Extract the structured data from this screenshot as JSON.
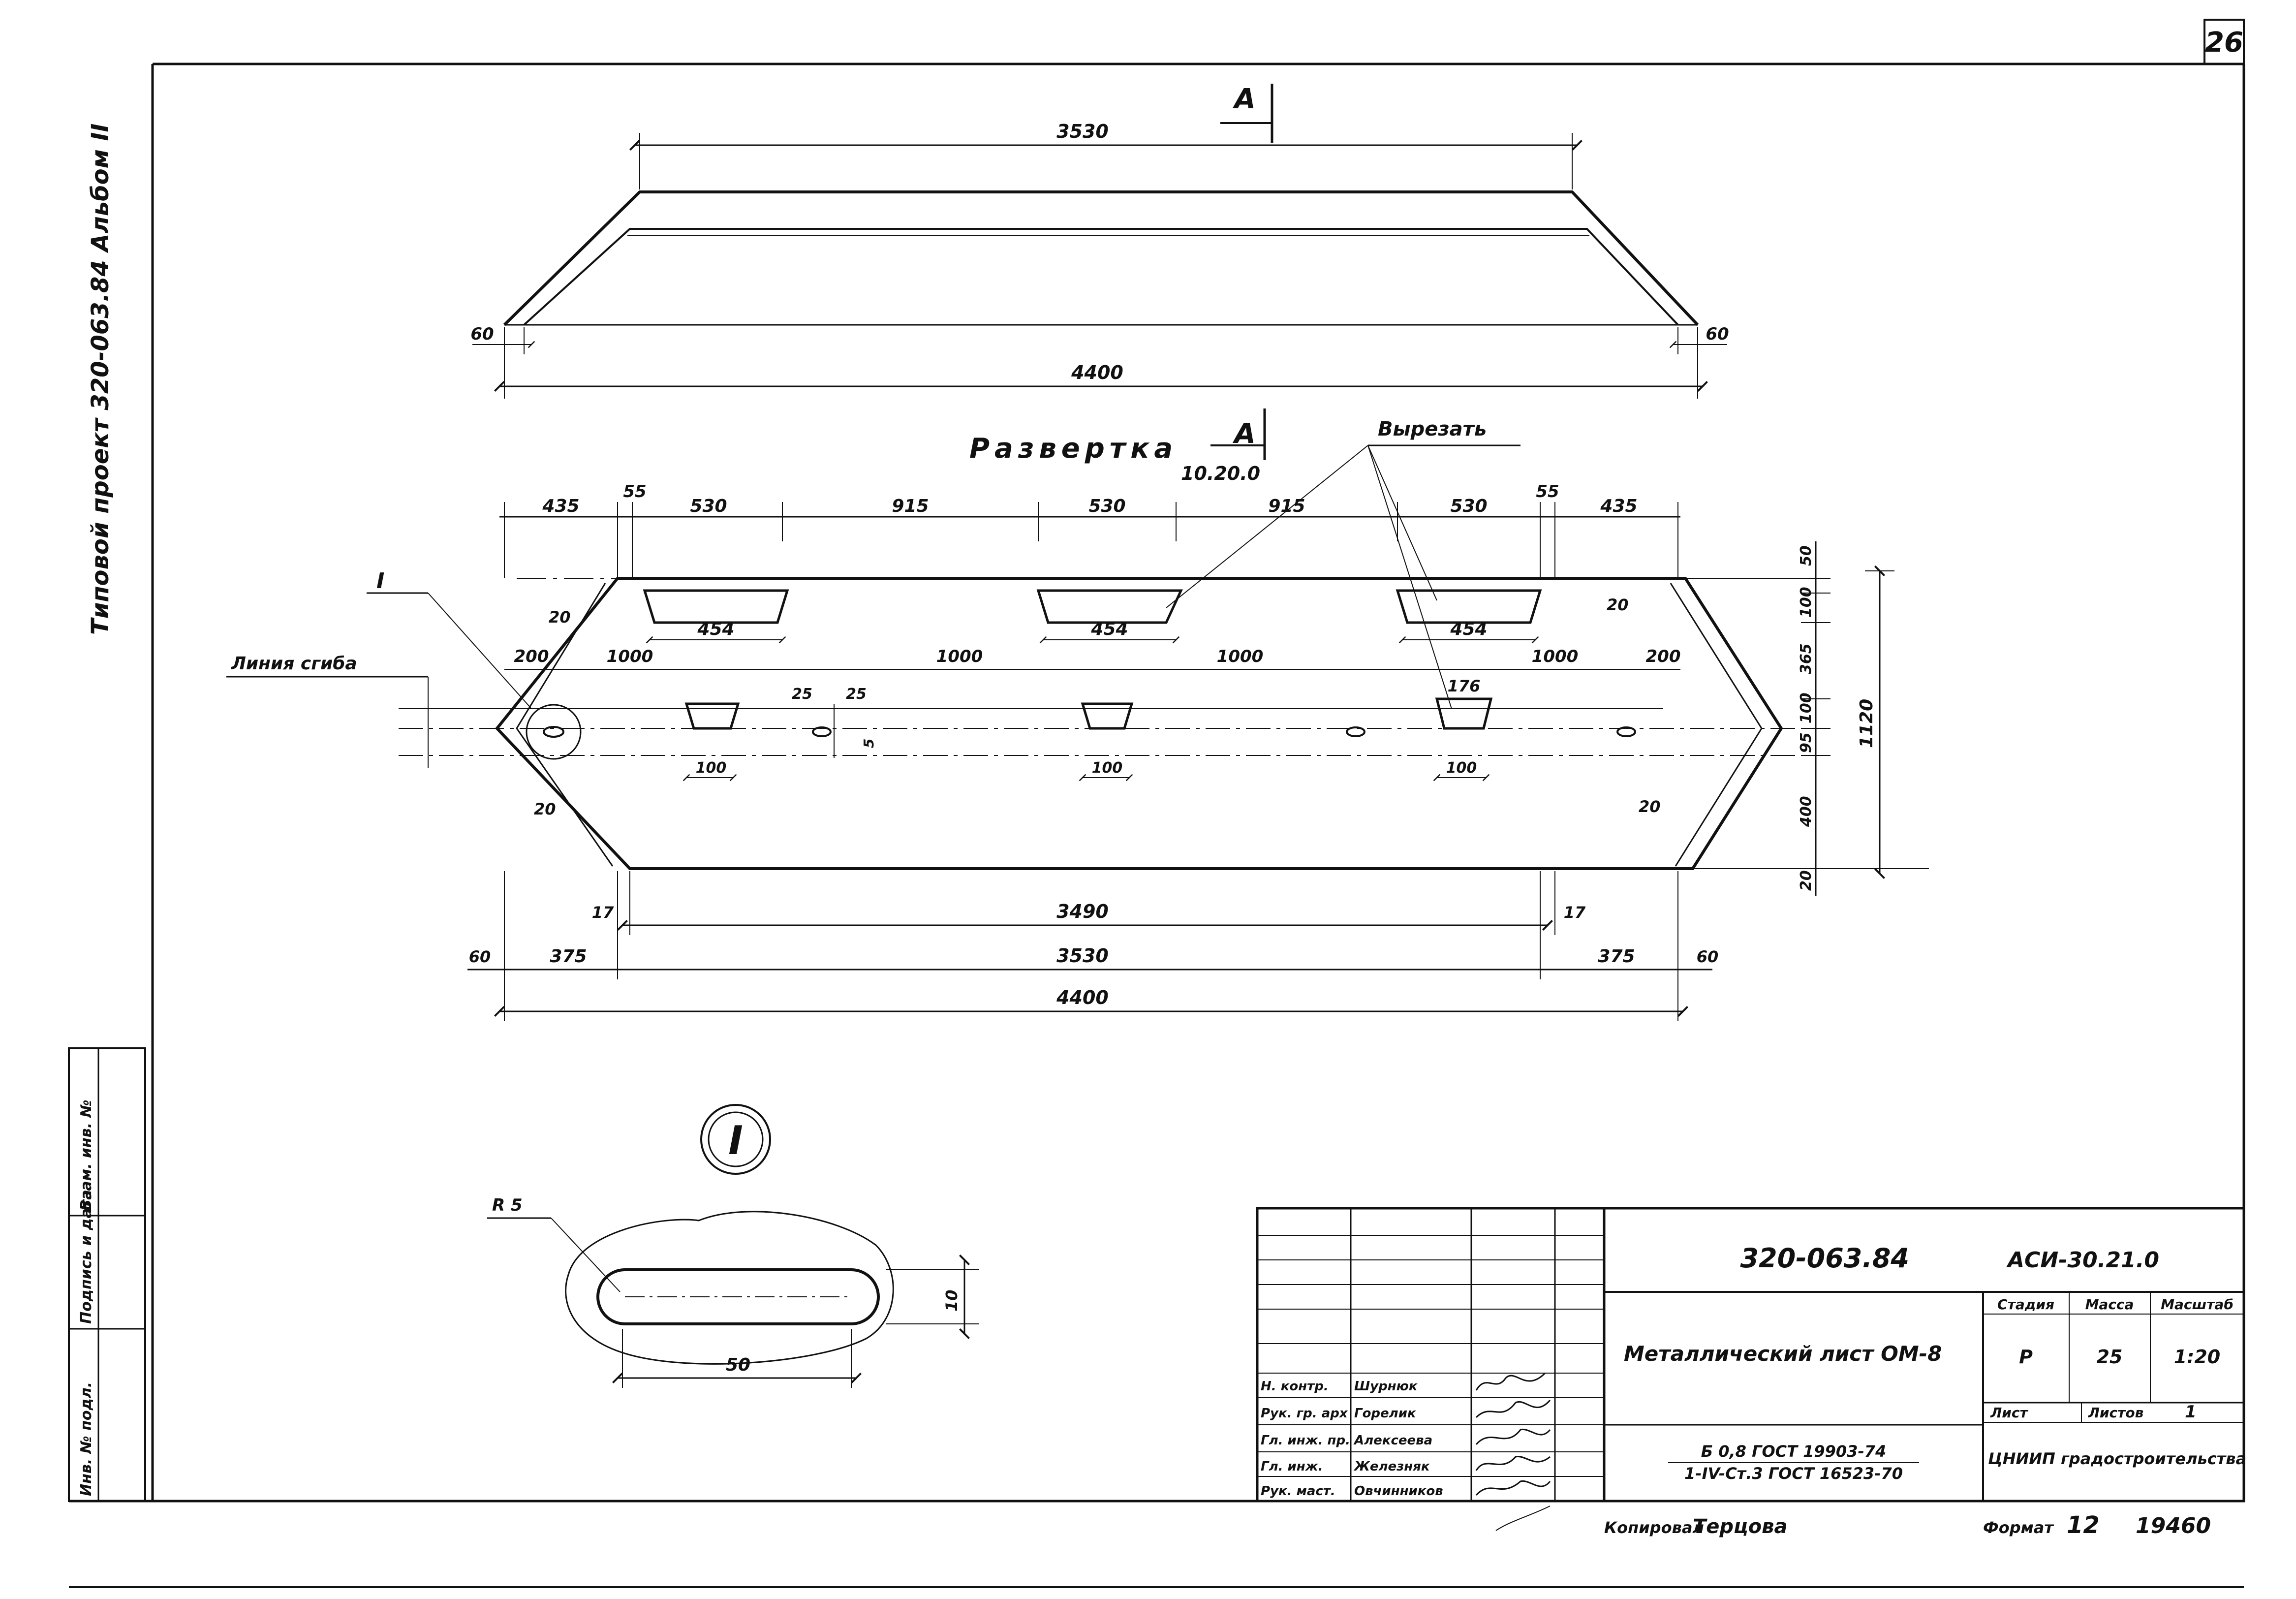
{
  "sheet_number": "26",
  "side_note": "Типовой проект 320-063.84 Альбом II",
  "views": {
    "section_mark": "А",
    "top_view": {
      "dim_top": "3530",
      "dim_bottom": "4400",
      "edge_left": "60",
      "edge_right": "60"
    },
    "development": {
      "title": "Развертка",
      "thickness_note": "10.20.0",
      "cut_label": "Вырезать",
      "bend_label": "Линия сгиба",
      "detail_ref": "I",
      "top_dims": [
        "435",
        "55",
        "530",
        "915",
        "530",
        "915",
        "530",
        "55",
        "435"
      ],
      "slot_widths": [
        "454",
        "454",
        "454"
      ],
      "mid_dims": [
        "200",
        "1000",
        "1000",
        "1000",
        "1000",
        "200"
      ],
      "hole_small": [
        "25",
        "25",
        "5"
      ],
      "trap_dims": [
        "100",
        "100",
        "176",
        "100"
      ],
      "angle_marks": [
        "20",
        "20",
        "20",
        "20"
      ],
      "right_dims": [
        "50",
        "100",
        "365",
        "100",
        "95",
        "400",
        "20"
      ],
      "height_total": "1120",
      "bottom_dims": {
        "d17_left": "17",
        "d3490": "3490",
        "d17_right": "17",
        "d60_left": "60",
        "d375_left": "375",
        "d3530": "3530",
        "d375_right": "375",
        "d60_right": "60",
        "d4400": "4400"
      }
    },
    "detail_I": {
      "label": "I",
      "radius": "R 5",
      "length": "50",
      "width": "10"
    }
  },
  "title_block": {
    "doc_code": "320-063.84",
    "doc_suffix": "АСИ-30.21.0",
    "title": "Металлический лист ОМ-8",
    "stage_h": "Стадия",
    "mass_h": "Масса",
    "scale_h": "Масштаб",
    "stage": "Р",
    "mass": "25",
    "scale": "1:20",
    "sheet_h": "Лист",
    "sheets_h": "Листов",
    "sheets_total": "1",
    "material_1": "Б 0,8 ГОСТ 19903-74",
    "material_2": "1-IV-Ст.3 ГОСТ 16523-70",
    "org": "ЦНИИП градостроительства",
    "people": [
      {
        "role": "Н. контр.",
        "name": "Шурнюк"
      },
      {
        "role": "Рук. гр. арх",
        "name": "Горелик"
      },
      {
        "role": "Гл. инж. пр.",
        "name": "Алексеева"
      },
      {
        "role": "Гл. инж.",
        "name": "Железняк"
      },
      {
        "role": "Рук. маст.",
        "name": "Овчинников"
      }
    ],
    "copied_label": "Копировал",
    "copied_by": "Терцова",
    "format_label": "Формат",
    "format_value": "12",
    "order_no": "19460",
    "left_stamp": [
      "Инв. № подл.",
      "Подпись и дата",
      "Взам. инв. №"
    ]
  }
}
